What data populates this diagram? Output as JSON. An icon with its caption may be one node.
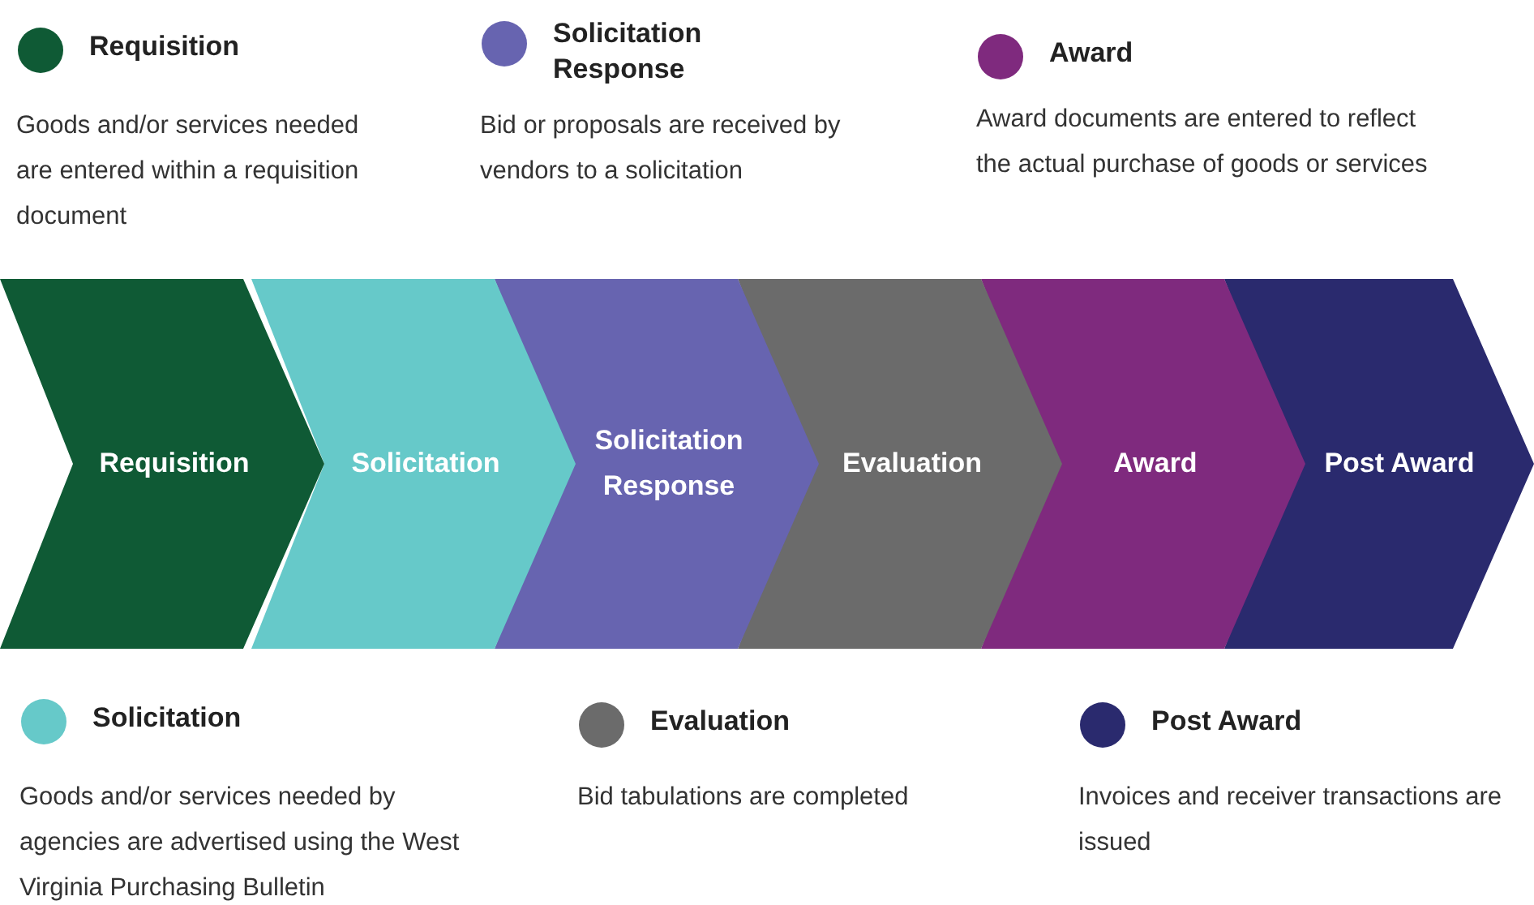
{
  "diagram": {
    "nodes": [
      {
        "text": [
          "Requisition"
        ]
      },
      {
        "text": [
          "Solicitation"
        ]
      },
      {
        "text": [
          "Solicitation Response"
        ]
      },
      {
        "text": [
          "Evaluation"
        ]
      },
      {
        "text": [
          "Award"
        ]
      },
      {
        "text": [
          "Post Award"
        ]
      },
      {
        "text": [
          "Requisition",
          "Goods and/or services needed are entered within a requisition document"
        ]
      },
      {
        "text": [
          "Solicitation Response",
          "Bid or proposals are received by vendors to a solicitation"
        ]
      },
      {
        "text": [
          "Award",
          "Award documents are entered to reflect the actual purchase of goods or services"
        ]
      },
      {
        "text": [
          "Solicitation",
          "Goods and/or services needed by agencies are advertised using the West Virginia Purchasing Bulletin"
        ]
      },
      {
        "text": [
          "Evaluation",
          "Bid tabulations are completed"
        ]
      },
      {
        "text": [
          "Post Award",
          "Invoices and receiver transactions are issued"
        ]
      }
    ],
    "edges": []
  }
}
